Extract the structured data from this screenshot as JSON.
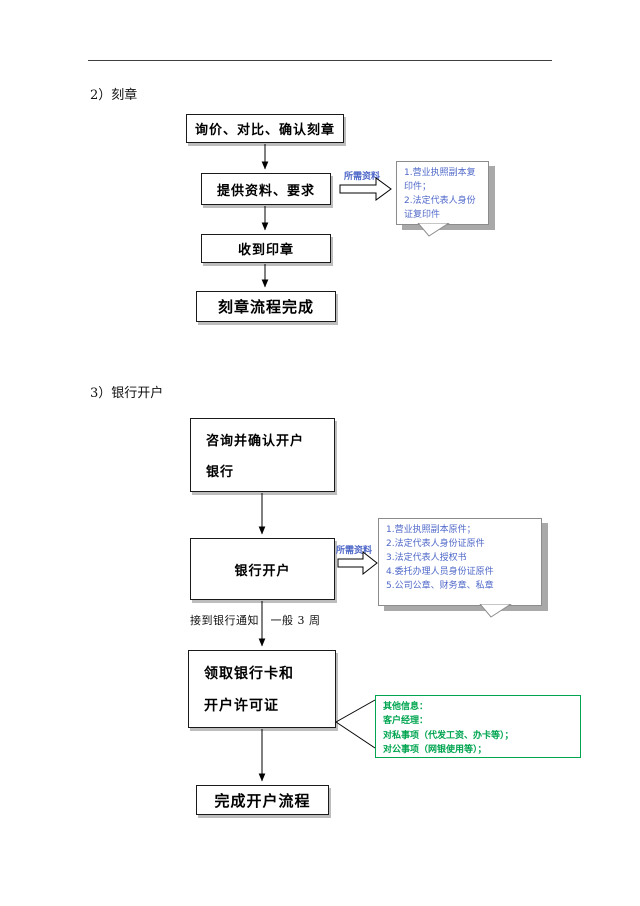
{
  "colors": {
    "note_text_blue": "#4f68c8",
    "green_accent": "#00a550",
    "box_border": "#1a1a1a",
    "box_shadow": "#bdbdbd",
    "note_shadow": "#a9a9a9",
    "divider": "#3f3f3f"
  },
  "seal": {
    "title": "2）刻章",
    "steps": {
      "inquiry": "询价、对比、确认刻章",
      "provide": "提供资料、要求",
      "receive": "收到印章",
      "done": "刻章流程完成"
    },
    "note_label": "所需资料",
    "note": {
      "line1": "1.营业执照副本复印件；",
      "line2": "2.法定代表人身份证复印件"
    }
  },
  "bank": {
    "title": "3）银行开户",
    "steps": {
      "consult_line1": "咨询并确认开户",
      "consult_line2": "银行",
      "open_account": "银行开户",
      "notice": "接到银行通知　一般 3 周",
      "receive_line1": "领取银行卡和",
      "receive_line2": "开户许可证",
      "done": "完成开户流程"
    },
    "note_label": "所需资料",
    "note": {
      "line1": "1.营业执照副本原件；",
      "line2": "2.法定代表人身份证原件",
      "line3": "3.法定代表人授权书",
      "line4": "4.委托办理人员身份证原件",
      "line5": "5.公司公章、财务章、私章"
    },
    "other_info": {
      "line1": "其他信息：",
      "line2": "客户经理：",
      "line3": "对私事项（代发工资、办卡等）；",
      "line4": "对公事项（网银使用等）；"
    }
  }
}
